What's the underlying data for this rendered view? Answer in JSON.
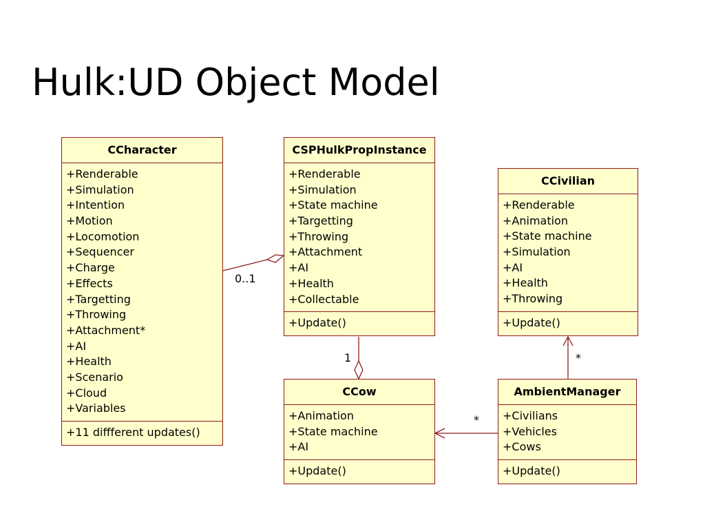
{
  "title": "Hulk:UD Object Model",
  "classes": {
    "ccharacter": {
      "name": "CCharacter",
      "attributes": [
        "+Renderable",
        "+Simulation",
        "+Intention",
        "+Motion",
        "+Locomotion",
        "+Sequencer",
        "+Charge",
        "+Effects",
        "+Targetting",
        "+Throwing",
        "+Attachment*",
        "+AI",
        "+Health",
        "+Scenario",
        "+Cloud",
        "+Variables"
      ],
      "operations": [
        "+11 diffferent updates()"
      ]
    },
    "csphulkpropinstance": {
      "name": "CSPHulkPropInstance",
      "attributes": [
        "+Renderable",
        "+Simulation",
        "+State machine",
        "+Targetting",
        "+Throwing",
        "+Attachment",
        "+AI",
        "+Health",
        "+Collectable"
      ],
      "operations": [
        "+Update()"
      ]
    },
    "ccivilian": {
      "name": "CCivilian",
      "attributes": [
        "+Renderable",
        "+Animation",
        "+State machine",
        "+Simulation",
        "+AI",
        "+Health",
        "+Throwing"
      ],
      "operations": [
        "+Update()"
      ]
    },
    "ccow": {
      "name": "CCow",
      "attributes": [
        "+Animation",
        "+State machine",
        "+AI"
      ],
      "operations": [
        "+Update()"
      ]
    },
    "ambientmanager": {
      "name": "AmbientManager",
      "attributes": [
        "+Civilians",
        "+Vehicles",
        "+Cows"
      ],
      "operations": [
        "+Update()"
      ]
    }
  },
  "relationships": {
    "character_to_prop": {
      "multiplicity": "0..1"
    },
    "prop_to_cow": {
      "multiplicity": "1"
    },
    "ambient_to_civilian": {
      "multiplicity": "*"
    },
    "ambient_to_cow": {
      "multiplicity": "*"
    }
  },
  "colors": {
    "line": "#8b1a1a",
    "fill": "#ffffcc"
  }
}
